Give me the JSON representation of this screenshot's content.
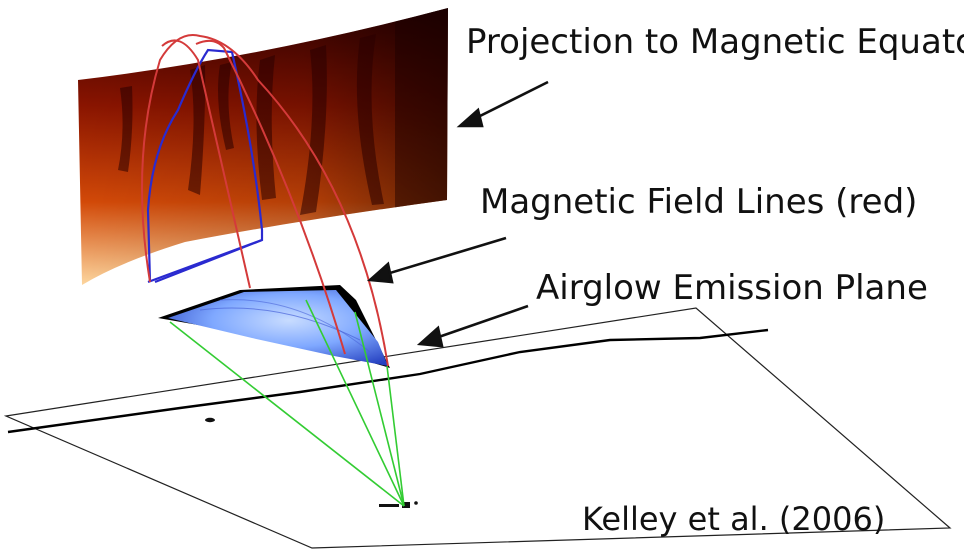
{
  "labels": {
    "projection": "Projection to Magnetic Equator",
    "field_lines": "Magnetic Field Lines (red)",
    "airglow_plane": "Airglow Emission Plane",
    "citation": "Kelley et al. (2006)"
  },
  "colors": {
    "field_line": "#d43a3a",
    "projection_outline": "#2a2ad0",
    "line_of_sight": "#33cc33",
    "airglow_fill": "#7fa8ff",
    "projection_dark": "#3a0000",
    "projection_mid": "#c03000",
    "projection_light": "#ffb060"
  }
}
